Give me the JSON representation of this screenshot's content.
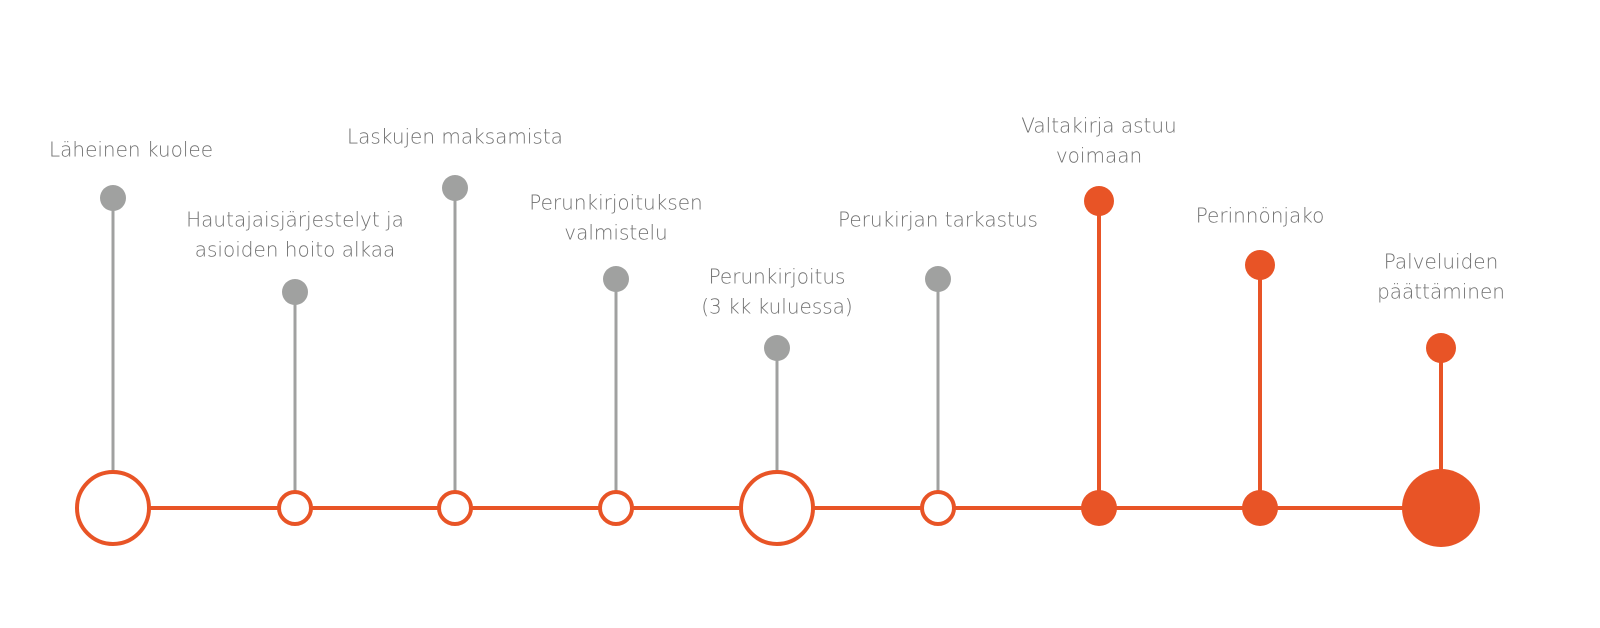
{
  "colors": {
    "accent": "#E85426",
    "muted": "#A0A1A0",
    "text": "#707070"
  },
  "milestones": [
    {
      "lines": [
        "Läheinen kuolee"
      ],
      "status": "past"
    },
    {
      "lines": [
        "Hautajaisjärjestelyt ja",
        "asioiden hoito alkaa"
      ],
      "status": "past"
    },
    {
      "lines": [
        "Laskujen maksamista"
      ],
      "status": "past"
    },
    {
      "lines": [
        "Perunkirjoituksen",
        "valmistelu"
      ],
      "status": "past"
    },
    {
      "lines": [
        "Perunkirjoitus",
        "(3 kk kuluessa)"
      ],
      "status": "past"
    },
    {
      "lines": [
        "Perukirjan tarkastus"
      ],
      "status": "past"
    },
    {
      "lines": [
        "Valtakirja astuu",
        "voimaan"
      ],
      "status": "active"
    },
    {
      "lines": [
        "Perinnönjako"
      ],
      "status": "active"
    },
    {
      "lines": [
        "Palveluiden",
        "päättäminen"
      ],
      "status": "active"
    }
  ]
}
